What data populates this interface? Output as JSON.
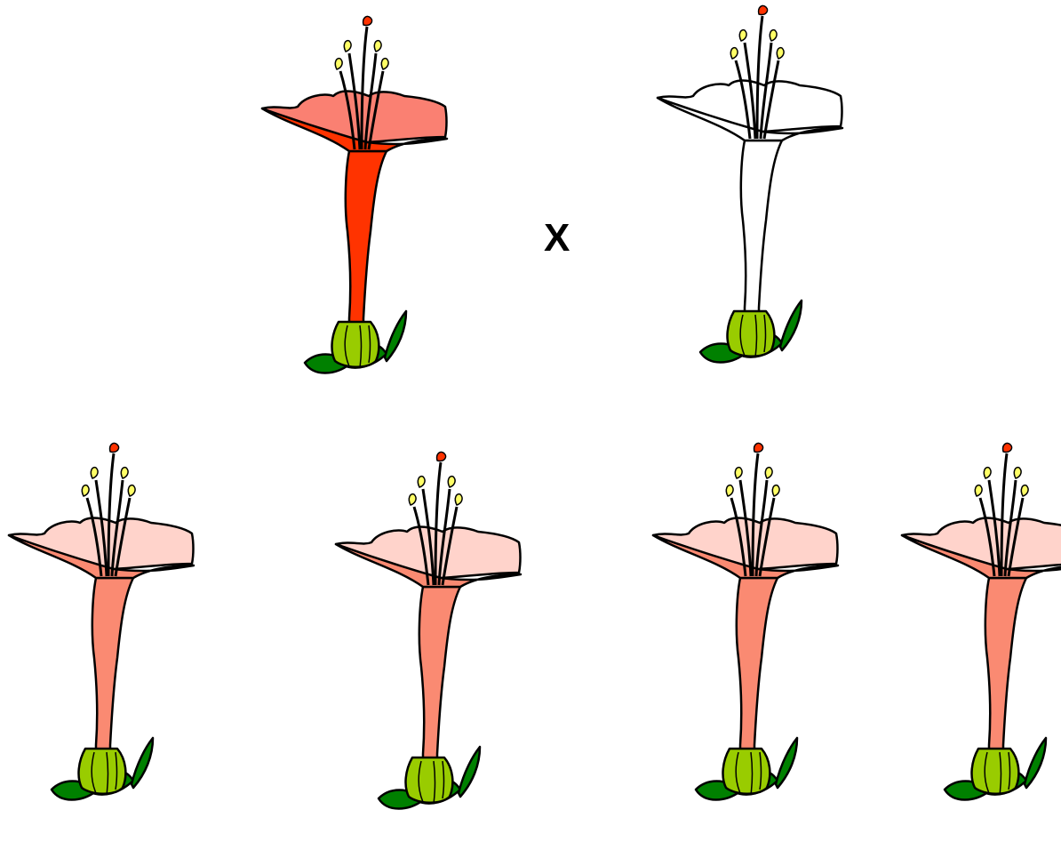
{
  "cross_symbol": "X",
  "colors": {
    "tube_red": "#ff3300",
    "petal_red": "#fa8072",
    "tube_white": "#ffffff",
    "petal_white": "#ffffff",
    "tube_pink": "#fa8a72",
    "petal_pink": "#ffd3cb",
    "sepal_light": "#99cc00",
    "leaf_dark": "#008000",
    "anther": "#ffff66",
    "stigma": "#ff3300",
    "outline": "#000000"
  },
  "parents": [
    {
      "id": "parent-red",
      "phenotype": "red"
    },
    {
      "id": "parent-white",
      "phenotype": "white"
    }
  ],
  "offspring": [
    {
      "id": "offspring-1",
      "phenotype": "pink"
    },
    {
      "id": "offspring-2",
      "phenotype": "pink"
    },
    {
      "id": "offspring-3",
      "phenotype": "pink"
    },
    {
      "id": "offspring-4",
      "phenotype": "pink"
    }
  ]
}
